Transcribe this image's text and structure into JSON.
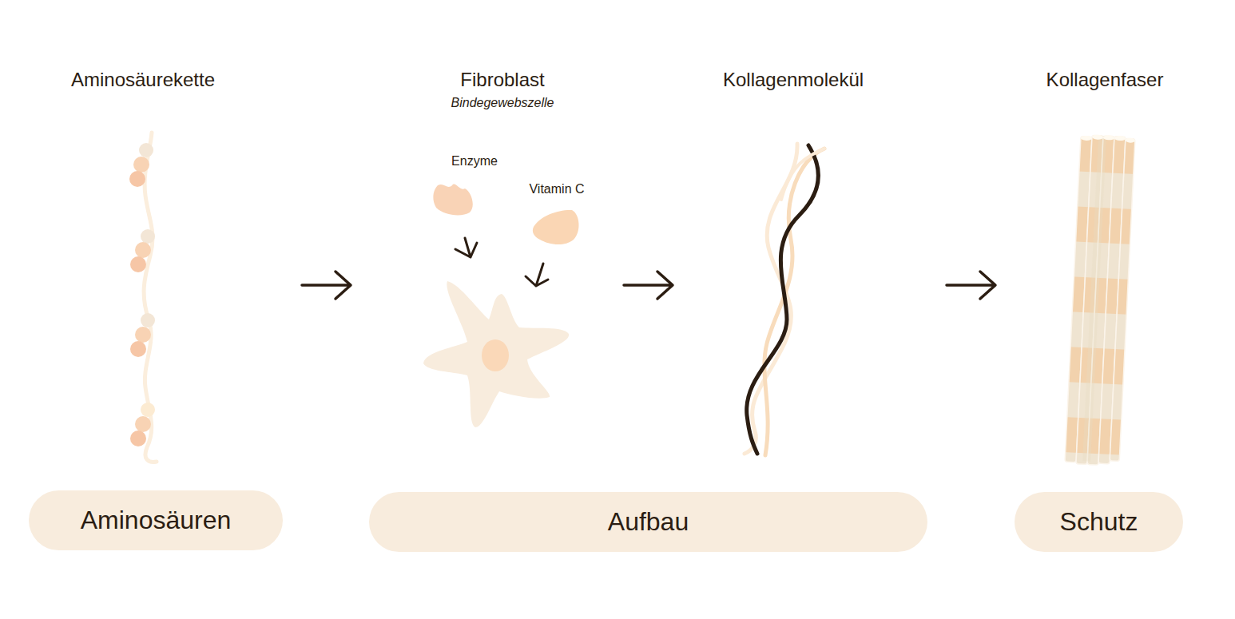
{
  "diagram": {
    "nodes": [
      {
        "text": [
          "Aminosäuren"
        ]
      },
      {
        "text": [
          "Aufbau"
        ]
      },
      {
        "text": [
          "Schutz"
        ]
      }
    ],
    "labels": [
      "Aminosäurekette",
      "Fibroblast",
      "Bindegewebszelle",
      "Enzyme",
      "Vitamin C",
      "Kollagenmolekül",
      "Kollagenfaser"
    ]
  }
}
